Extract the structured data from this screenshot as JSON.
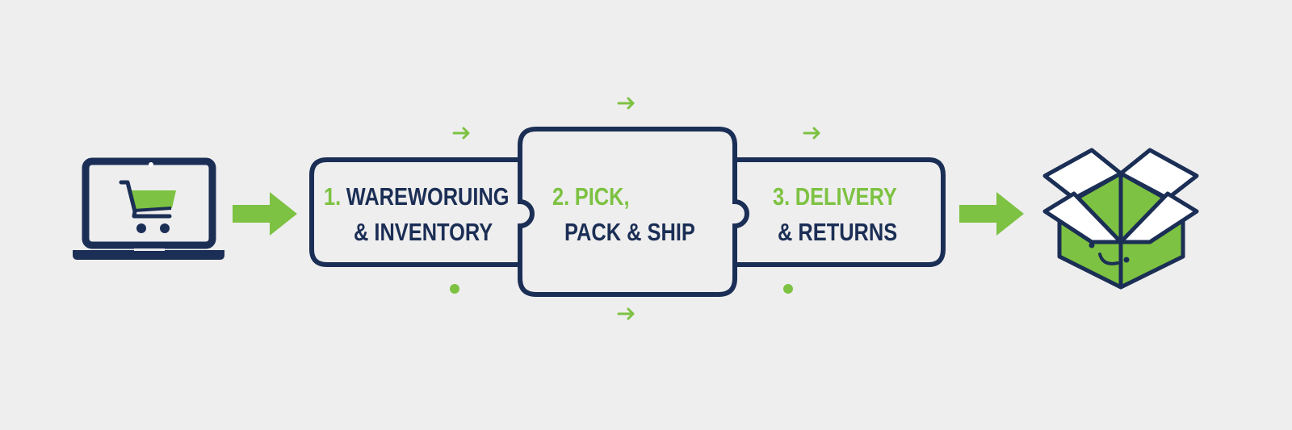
{
  "colors": {
    "navy": "#1b2e55",
    "green": "#7dc242",
    "background": "#eeeeee"
  },
  "steps": [
    {
      "number": "1.",
      "line1": "WAREWORUING",
      "line2": "& INVENTORY"
    },
    {
      "number": "2.",
      "line1": "PICK,",
      "line2": "PACK & SHIP"
    },
    {
      "number": "3.",
      "line1": "DELIVERY",
      "line2": "& RETURNS"
    }
  ],
  "icons": {
    "start": "laptop-shopping-cart-icon",
    "end": "open-box-smiley-icon",
    "connector": "arrow-right-icon"
  }
}
